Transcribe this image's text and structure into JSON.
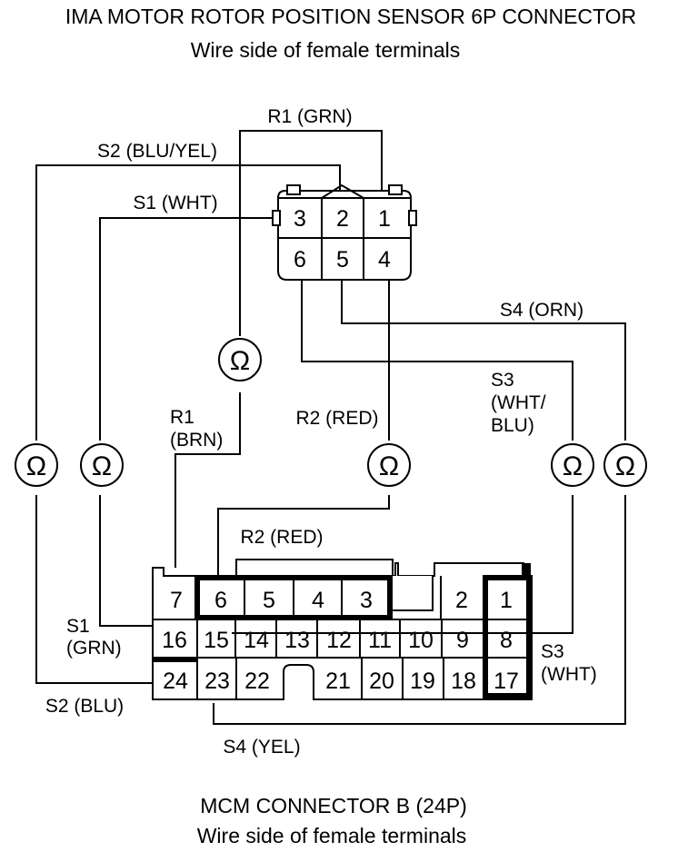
{
  "top_connector": {
    "title": "IMA MOTOR ROTOR POSITION SENSOR 6P CONNECTOR",
    "subtitle": "Wire side of female terminals",
    "pins": [
      "3",
      "2",
      "1",
      "6",
      "5",
      "4"
    ]
  },
  "bottom_connector": {
    "title": "MCM CONNECTOR B (24P)",
    "subtitle": "Wire side of female terminals",
    "row1": [
      "7",
      "6",
      "5",
      "4",
      "3",
      "2",
      "1"
    ],
    "row2": [
      "16",
      "15",
      "14",
      "13",
      "12",
      "11",
      "10",
      "9",
      "8"
    ],
    "row3": [
      "24",
      "23",
      "22",
      "21",
      "20",
      "19",
      "18",
      "17"
    ]
  },
  "wire_labels": {
    "r1_grn": "R1 (GRN)",
    "s2_blu_yel": "S2 (BLU/YEL)",
    "s1_wht": "S1 (WHT)",
    "s4_orn": "S4 (ORN)",
    "s3_wht_blu_1": "S3",
    "s3_wht_blu_2": "(WHT/",
    "s3_wht_blu_3": "BLU)",
    "r1_brn_1": "R1",
    "r1_brn_2": "(BRN)",
    "r2_red_top": "R2 (RED)",
    "r2_red_bottom": "R2 (RED)",
    "s1_grn_1": "S1",
    "s1_grn_2": "(GRN)",
    "s2_blu": "S2 (BLU)",
    "s3_wht_1": "S3",
    "s3_wht_2": "(WHT)",
    "s4_yel": "S4 (YEL)"
  },
  "meter_symbol": "Ω"
}
